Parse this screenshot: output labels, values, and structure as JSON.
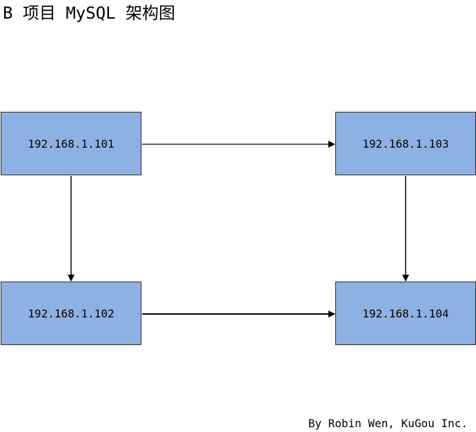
{
  "title": "B 项目 MySQL 架构图",
  "colors": {
    "node_fill": "#8eb1e3",
    "node_border": "#2b2b2b",
    "edge": "#000000"
  },
  "nodes": {
    "n101": {
      "label": "192.168.1.101"
    },
    "n102": {
      "label": "192.168.1.102"
    },
    "n103": {
      "label": "192.168.1.103"
    },
    "n104": {
      "label": "192.168.1.104"
    }
  },
  "edges": [
    {
      "from": "192.168.1.101",
      "to": "192.168.1.103"
    },
    {
      "from": "192.168.1.101",
      "to": "192.168.1.102"
    },
    {
      "from": "192.168.1.103",
      "to": "192.168.1.104"
    },
    {
      "from": "192.168.1.102",
      "to": "192.168.1.104"
    }
  ],
  "footer": "By Robin Wen, KuGou Inc."
}
